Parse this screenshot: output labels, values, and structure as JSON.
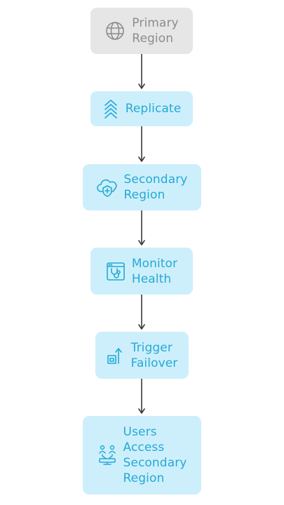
{
  "diagram": {
    "nodes": [
      {
        "id": "primary",
        "lines": [
          "Primary",
          "Region"
        ],
        "icon": "globe-icon",
        "style": "gray",
        "color": "#8c8c8c"
      },
      {
        "id": "replicate",
        "lines": [
          "Replicate"
        ],
        "icon": "chevrons-up-icon",
        "style": "blue",
        "color": "#25a9d6"
      },
      {
        "id": "secondary",
        "lines": [
          "Secondary",
          "Region"
        ],
        "icon": "cloud-plus-icon",
        "style": "blue",
        "color": "#25a9d6"
      },
      {
        "id": "monitor",
        "lines": [
          "Monitor",
          "Health"
        ],
        "icon": "stethoscope-window-icon",
        "style": "blue",
        "color": "#25a9d6"
      },
      {
        "id": "trigger",
        "lines": [
          "Trigger",
          "Failover"
        ],
        "icon": "arrow-up-box-icon",
        "style": "blue",
        "color": "#25a9d6"
      },
      {
        "id": "users",
        "lines": [
          "Users",
          "Access",
          "Secondary",
          "Region"
        ],
        "icon": "users-network-icon",
        "style": "blue",
        "color": "#25a9d6"
      }
    ],
    "edges": [
      {
        "from": "primary",
        "to": "replicate"
      },
      {
        "from": "replicate",
        "to": "secondary"
      },
      {
        "from": "secondary",
        "to": "monitor"
      },
      {
        "from": "monitor",
        "to": "trigger"
      },
      {
        "from": "trigger",
        "to": "users"
      }
    ],
    "colors": {
      "node_fill_blue": "#cdeffb",
      "node_fill_gray": "#e6e6e6",
      "text_blue": "#25a9d6",
      "text_gray": "#8c8c8c",
      "arrow": "#3a3a3a"
    }
  }
}
